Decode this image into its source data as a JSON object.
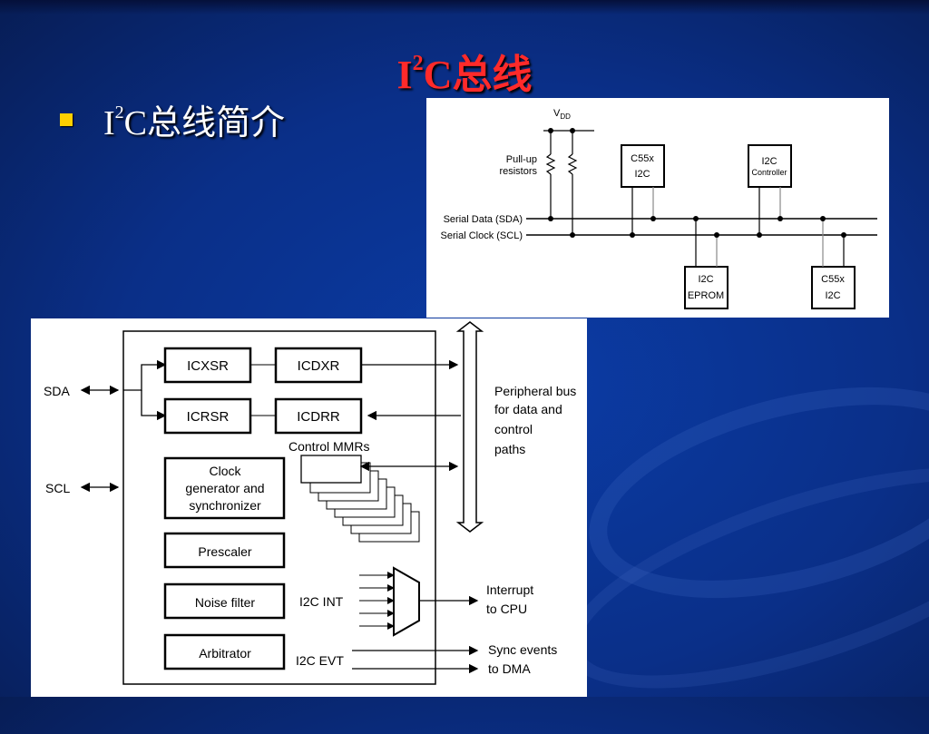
{
  "slide": {
    "title_prefix": "I",
    "title_sup": "2",
    "title_rest": "C总线",
    "bullet_prefix": "I",
    "bullet_sup": "2",
    "bullet_rest": "C总线简介"
  },
  "bus_diagram": {
    "vdd": "V",
    "vdd_sub": "DD",
    "pullup_line1": "Pull-up",
    "pullup_line2": "resistors",
    "sda_label": "Serial Data (SDA)",
    "scl_label": "Serial Clock (SCL)",
    "dev1_line1": "C55x",
    "dev1_line2": "I2C",
    "dev2_line1": "I2C",
    "dev2_line2": "Controller",
    "dev3_line1": "I2C",
    "dev3_line2": "EPROM",
    "dev4_line1": "C55x",
    "dev4_line2": "I2C"
  },
  "block_diagram": {
    "sda": "SDA",
    "scl": "SCL",
    "icxsr": "ICXSR",
    "icdxr": "ICDXR",
    "icrsr": "ICRSR",
    "icdrr": "ICDRR",
    "control_mmrs": "Control MMRs",
    "clock_l1": "Clock",
    "clock_l2": "generator and",
    "clock_l3": "synchronizer",
    "prescaler": "Prescaler",
    "noise_filter": "Noise filter",
    "arbitrator": "Arbitrator",
    "int_label": "I2C INT",
    "evt_label": "I2C EVT",
    "periph_l1": "Peripheral bus",
    "periph_l2": "for data and",
    "periph_l3": "control",
    "periph_l4": "paths",
    "interrupt_l1": "Interrupt",
    "interrupt_l2": "to CPU",
    "sync_l1": "Sync events",
    "sync_l2": "to DMA"
  }
}
